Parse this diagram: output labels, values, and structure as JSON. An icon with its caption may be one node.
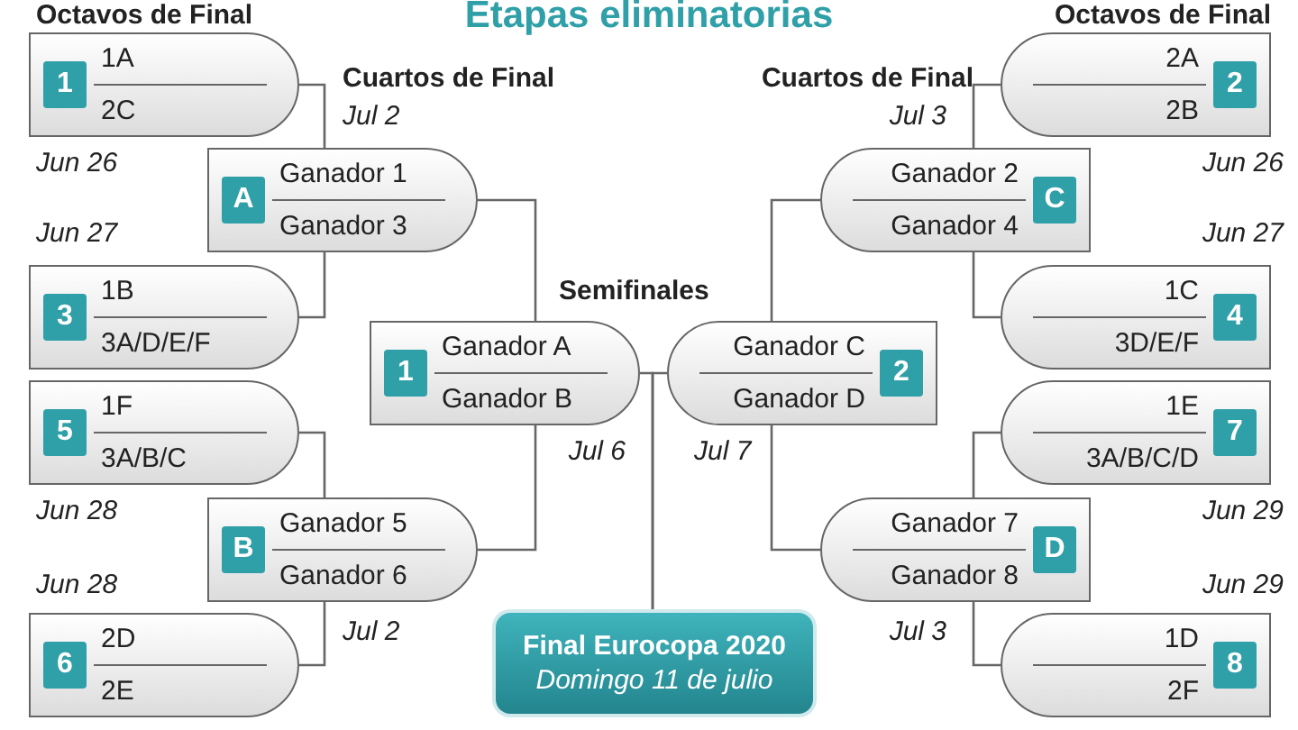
{
  "diagram": {
    "title": "Etapas eliminatorias",
    "nodes": [
      {
        "text": [
          "1",
          "1A",
          "2C"
        ],
        "beside": [
          "Jun 26"
        ]
      },
      {
        "text": [
          "2",
          "2A",
          "2B"
        ],
        "beside": [
          "Jun 26"
        ]
      },
      {
        "text": [
          "A",
          "Ganador 1",
          "Ganador 3"
        ],
        "beside": [
          "Jul 2"
        ]
      },
      {
        "text": [
          "C",
          "Ganador 2",
          "Ganador 4"
        ],
        "beside": [
          "Jul 3"
        ]
      },
      {
        "text": [
          "3",
          "1B",
          "3A/D/E/F"
        ],
        "beside": [
          "Jun 27"
        ]
      },
      {
        "text": [
          "4",
          "1C",
          "3D/E/F"
        ],
        "beside": [
          "Jun 27"
        ]
      },
      {
        "text": [
          "1",
          "Ganador A",
          "Ganador B"
        ],
        "beside": [
          "Jul 6"
        ]
      },
      {
        "text": [
          "2",
          "Ganador C",
          "Ganador D"
        ],
        "beside": [
          "Jul 7"
        ]
      },
      {
        "text": [
          "5",
          "1F",
          "3A/B/C"
        ],
        "beside": [
          "Jun 28"
        ]
      },
      {
        "text": [
          "7",
          "1E",
          "3A/B/C/D"
        ],
        "beside": [
          "Jun 29"
        ]
      },
      {
        "text": [
          "B",
          "Ganador 5",
          "Ganador 6"
        ],
        "beside": [
          "Jul 2"
        ]
      },
      {
        "text": [
          "D",
          "Ganador 7",
          "Ganador 8"
        ],
        "beside": [
          "Jul 3"
        ]
      },
      {
        "text": [
          "6",
          "2D",
          "2E"
        ],
        "beside": [
          "Jun 28"
        ]
      },
      {
        "text": [
          "8",
          "1D",
          "2F"
        ],
        "beside": [
          "Jun 29"
        ]
      },
      {
        "text": [
          "Final Eurocopa 2020",
          "Domingo 11 de julio"
        ]
      }
    ],
    "edges": [
      {
        "from": 0,
        "to": 2,
        "arrow": "none"
      },
      {
        "from": 4,
        "to": 2,
        "arrow": "none"
      },
      {
        "from": 1,
        "to": 3,
        "arrow": "none"
      },
      {
        "from": 5,
        "to": 3,
        "arrow": "none"
      },
      {
        "from": 8,
        "to": 10,
        "arrow": "none"
      },
      {
        "from": 12,
        "to": 10,
        "arrow": "none"
      },
      {
        "from": 9,
        "to": 11,
        "arrow": "none"
      },
      {
        "from": 13,
        "to": 11,
        "arrow": "none"
      },
      {
        "from": 2,
        "to": 6,
        "arrow": "none"
      },
      {
        "from": 10,
        "to": 6,
        "arrow": "none"
      },
      {
        "from": 3,
        "to": 7,
        "arrow": "none"
      },
      {
        "from": 11,
        "to": 7,
        "arrow": "none"
      },
      {
        "from": 6,
        "to": 14,
        "arrow": "none"
      },
      {
        "from": 7,
        "to": 14,
        "arrow": "none"
      }
    ],
    "labels": [
      "Octavos de Final",
      "Octavos de Final",
      "Cuartos de Final",
      "Cuartos de Final",
      "Semifinales"
    ]
  }
}
